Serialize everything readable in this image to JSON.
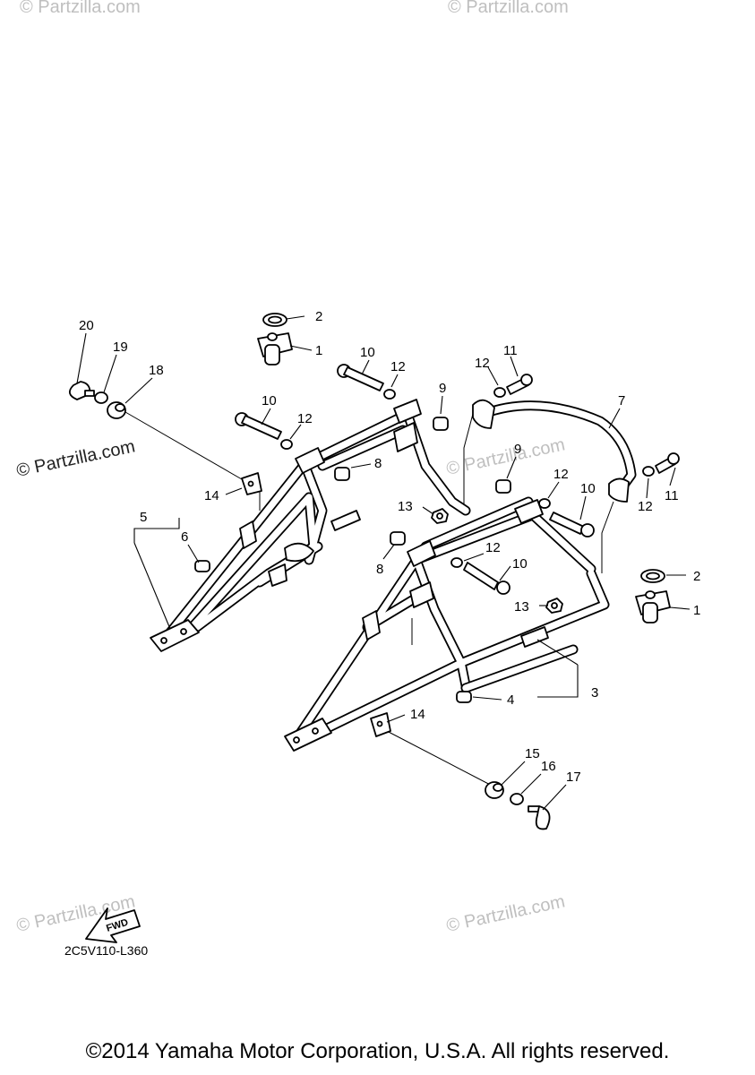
{
  "watermarks": {
    "main": "© Partzilla.com",
    "faint": "© Partzilla.com"
  },
  "callouts": {
    "c1a": "1",
    "c1b": "1",
    "c2a": "2",
    "c2b": "2",
    "c3": "3",
    "c4": "4",
    "c5": "5",
    "c6": "6",
    "c7": "7",
    "c8a": "8",
    "c8b": "8",
    "c9a": "9",
    "c9b": "9",
    "c10a": "10",
    "c10b": "10",
    "c10c": "10",
    "c10d": "10",
    "c11a": "11",
    "c11b": "11",
    "c12a": "12",
    "c12b": "12",
    "c12c": "12",
    "c12d": "12",
    "c12e": "12",
    "c12f": "12",
    "c13a": "13",
    "c13b": "13",
    "c14a": "14",
    "c14b": "14",
    "c15": "15",
    "c16": "16",
    "c17": "17",
    "c18": "18",
    "c19": "19",
    "c20": "20"
  },
  "fwd_label": "FWD",
  "diagram_code": "2C5V110-L360",
  "copyright": "©2014 Yamaha Motor Corporation, U.S.A. All rights reserved."
}
